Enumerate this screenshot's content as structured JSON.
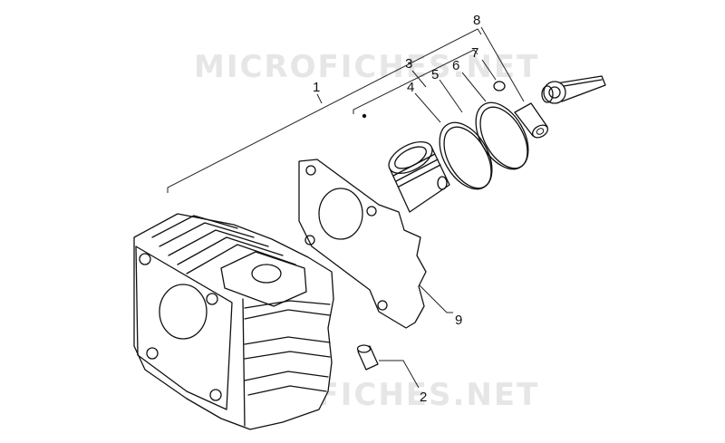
{
  "watermark": {
    "top": "MICROFICHES.NET",
    "bottom": "MICROFICHES.NET"
  },
  "callouts": [
    {
      "id": "1",
      "label": "1"
    },
    {
      "id": "2",
      "label": "2"
    },
    {
      "id": "3",
      "label": "3"
    },
    {
      "id": "4",
      "label": "4"
    },
    {
      "id": "5",
      "label": "5"
    },
    {
      "id": "6",
      "label": "6"
    },
    {
      "id": "7",
      "label": "7"
    },
    {
      "id": "8",
      "label": "8"
    },
    {
      "id": "9",
      "label": "9"
    }
  ],
  "colors": {
    "line": "#111111",
    "watermark": "#e6e6e6",
    "background": "#ffffff"
  }
}
